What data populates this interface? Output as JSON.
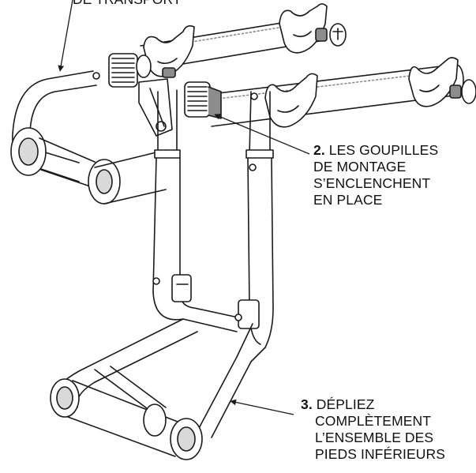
{
  "callouts": {
    "top": {
      "text": "DE TRANSPORT"
    },
    "step2": {
      "number": "2.",
      "lines": [
        "LES GOUPILLES",
        "DE MONTAGE",
        "S’ENCLENCHENT",
        "EN PLACE"
      ]
    },
    "step3": {
      "number": "3.",
      "lines": [
        "DÉPLIEZ",
        "COMPLÈTEMENT",
        "L’ENSEMBLE DES",
        "PIEDS INFÉRIEURS"
      ]
    }
  },
  "colors": {
    "line": "#1a1a1a",
    "shade": "#8c8c8c",
    "light": "#d9d9d9",
    "fill": "#ffffff"
  }
}
